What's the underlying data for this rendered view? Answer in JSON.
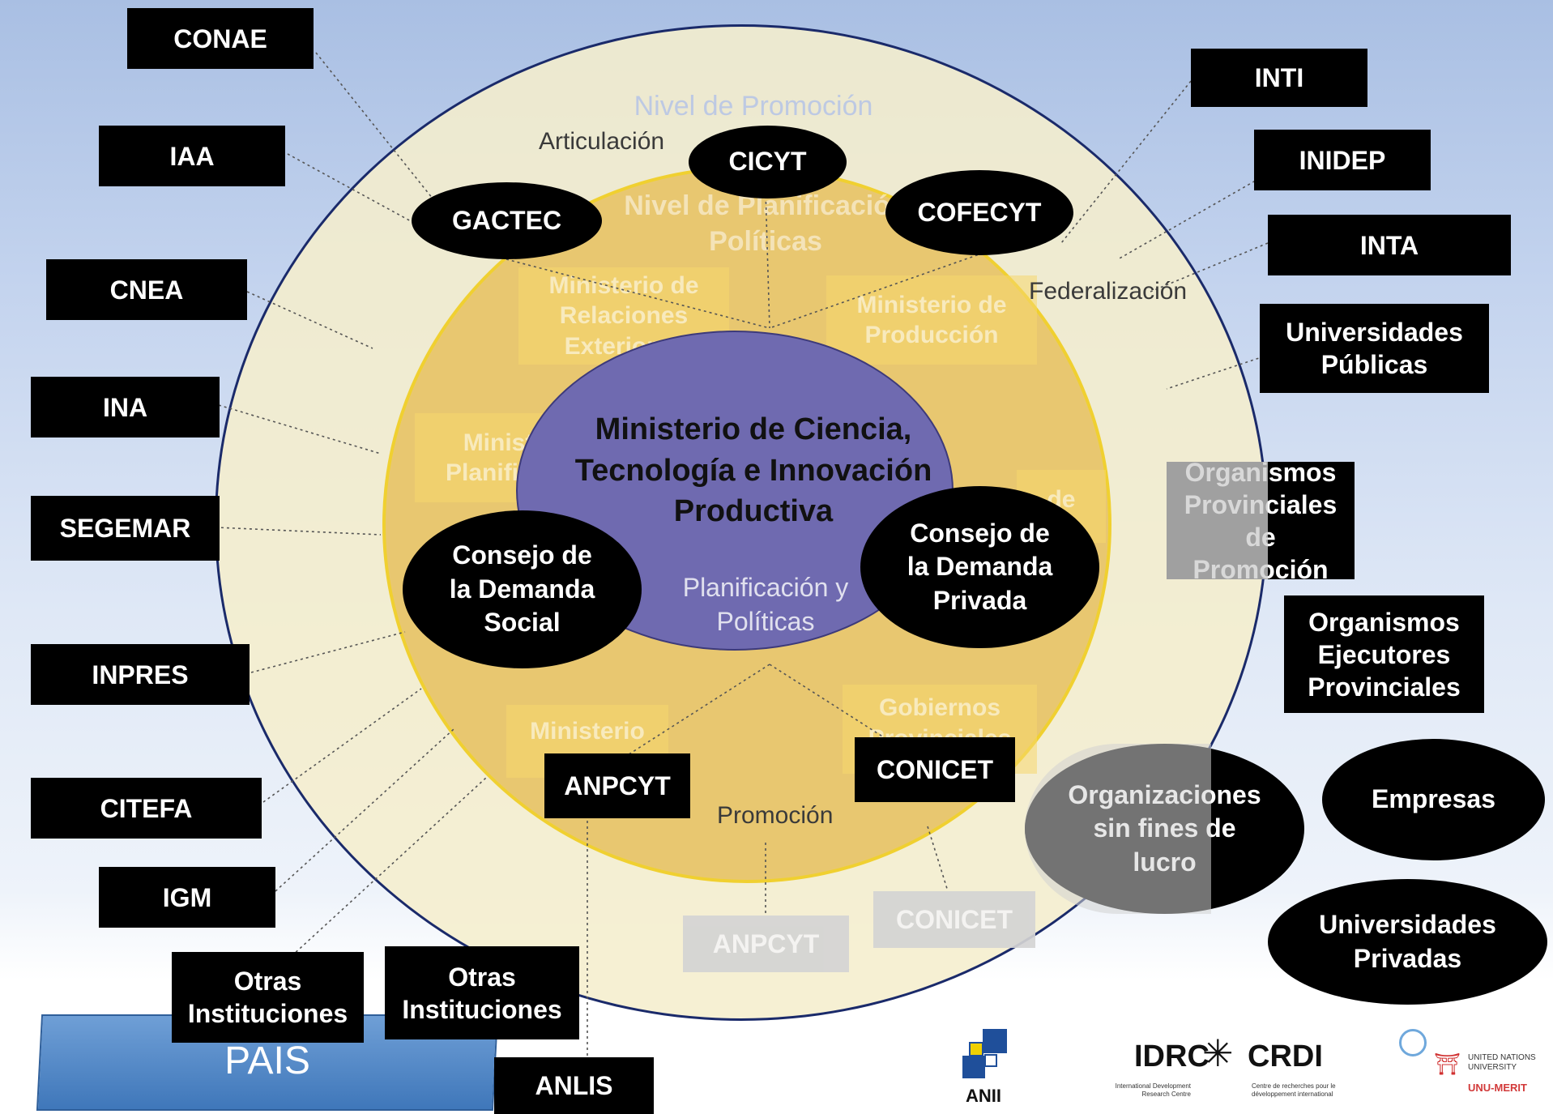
{
  "levels": {
    "outer": "Nivel de Promoción",
    "inner": "Nivel de Planificación\nPolíticas"
  },
  "labels": {
    "articulacion": "Articulación",
    "federalizacion": "Federalización",
    "promocion": "Promoción",
    "planificacion": "Planificación y\nPolíticas"
  },
  "center": {
    "ministry": "Ministerio de Ciencia,\nTecnología e Innovación\nProductiva"
  },
  "ovals": {
    "cicyt": "CICYT",
    "gactec": "GACTEC",
    "cofecyt": "COFECYT",
    "consejo_social": "Consejo de\nla Demanda\nSocial",
    "consejo_privada": "Consejo de\nla Demanda\nPrivada",
    "organizaciones": "Organizaciones\nsin fines de\nlucro",
    "empresas": "Empresas",
    "univ_privadas": "Universidades\nPrivadas"
  },
  "ghost_ministries": {
    "rel_ext": "Ministerio de\nRelaciones\nExteriores",
    "produccion": "Ministerio de\nProducción",
    "planificacion": "Ministerio\nPlanificación",
    "left_small": "Ministerio",
    "gobiernos": "Gobiernos\nProvinciales",
    "right_de": "de"
  },
  "left_boxes": {
    "conae": "CONAE",
    "iaa": "IAA",
    "cnea": "CNEA",
    "ina": "INA",
    "segemar": "SEGEMAR",
    "inpres": "INPRES",
    "citefa": "CITEFA",
    "igm": "IGM",
    "otras1": "Otras\nInstituciones",
    "otras2": "Otras\nInstituciones",
    "anlis": "ANLIS"
  },
  "right_boxes": {
    "inti": "INTI",
    "inidep": "INIDEP",
    "inta": "INTA",
    "univ_publicas": "Universidades\nPúblicas",
    "org_prov_promocion": "Organismos\nProvinciales de\nPromoción",
    "org_ejecutores": "Organismos\nEjecutores\nProvinciales"
  },
  "inner_boxes": {
    "anpcyt": "ANPCYT",
    "conicet": "CONICET"
  },
  "gray_boxes": {
    "anpcyt": "ANPCYT",
    "conicet": "CONICET"
  },
  "pais": "PAIS",
  "logos": {
    "anii": "ANII",
    "idrc": "IDRC",
    "crdi": "CRDI",
    "idrc_sub": "International Development\nResearch Centre",
    "crdi_sub": "Centre de recherches pour le\ndéveloppement international",
    "un": "UNITED NATIONS\nUNIVERSITY",
    "unu": "UNU-MERIT"
  },
  "colors": {
    "outer_circle": "#efe9c8",
    "inner_circle": "#e9c766",
    "ministry": "#6f6ab0",
    "pais": "#4f86c6"
  }
}
